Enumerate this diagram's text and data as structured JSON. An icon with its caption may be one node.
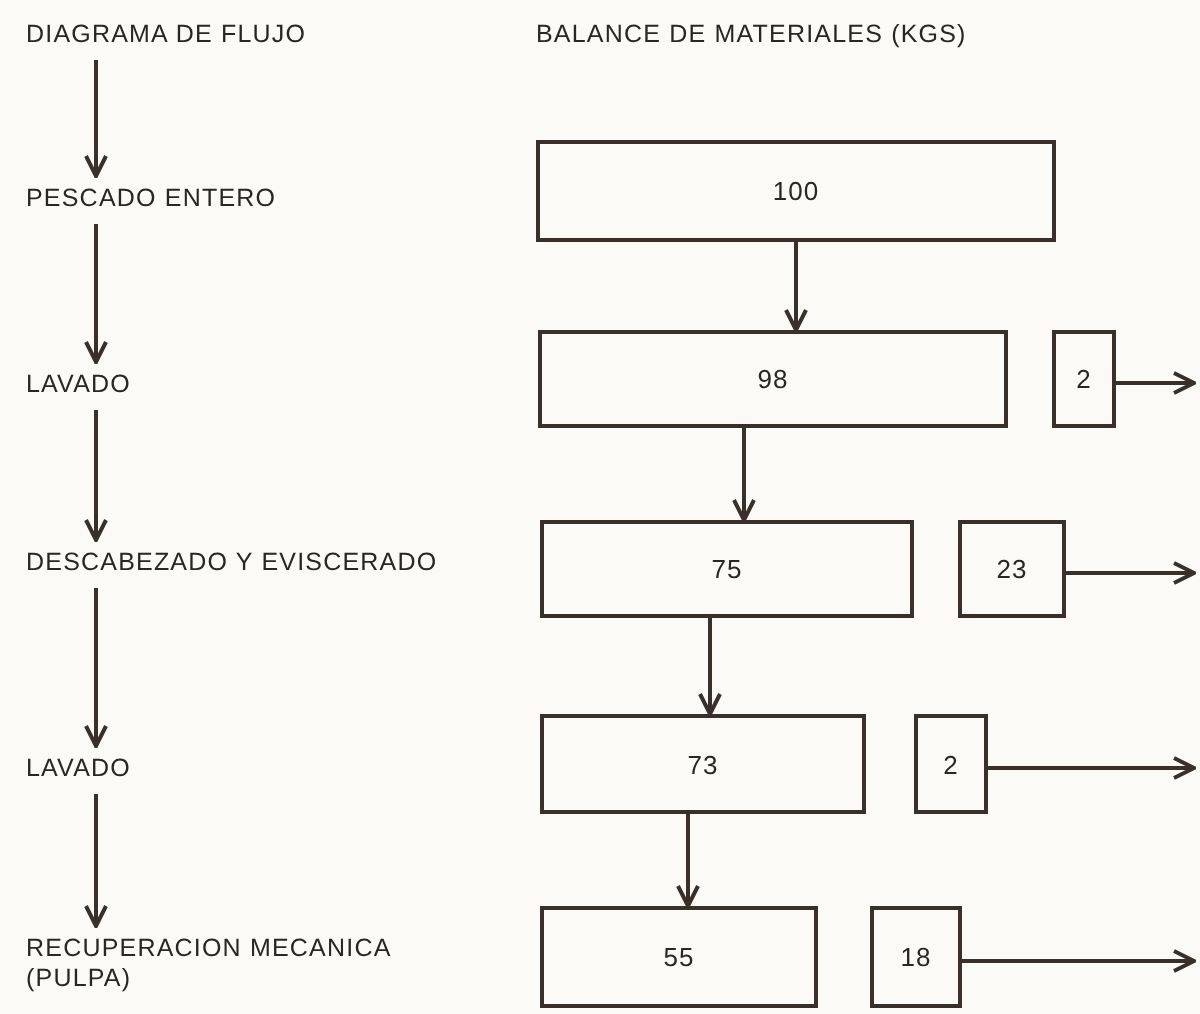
{
  "diagram": {
    "nodes": [
      {
        "text": [
          "DIAGRAMA DE FLUJO"
        ]
      },
      {
        "text": [
          "PESCADO ENTERO"
        ]
      },
      {
        "text": [
          "LAVADO"
        ]
      },
      {
        "text": [
          "DESCABEZADO Y EVISCERADO"
        ]
      },
      {
        "text": [
          "LAVADO"
        ]
      },
      {
        "text": [
          "RECUPERACION MECANICA (PULPA)"
        ]
      },
      {
        "text": [
          "100"
        ]
      },
      {
        "text": [
          "98"
        ]
      },
      {
        "text": [
          "2"
        ]
      },
      {
        "text": [
          "75"
        ]
      },
      {
        "text": [
          "23"
        ]
      },
      {
        "text": [
          "73"
        ]
      },
      {
        "text": [
          "2"
        ]
      },
      {
        "text": [
          "55"
        ]
      },
      {
        "text": [
          "18"
        ]
      }
    ],
    "edges": [
      {
        "from": 0,
        "to": 1,
        "arrow": "to"
      },
      {
        "from": 1,
        "to": 2,
        "arrow": "to"
      },
      {
        "from": 2,
        "to": 3,
        "arrow": "to"
      },
      {
        "from": 3,
        "to": 4,
        "arrow": "to"
      },
      {
        "from": 4,
        "to": 5,
        "arrow": "to"
      },
      {
        "from": 6,
        "to": 7,
        "arrow": "to"
      },
      {
        "from": 7,
        "to": 9,
        "arrow": "to"
      },
      {
        "from": 9,
        "to": 11,
        "arrow": "to"
      },
      {
        "from": 11,
        "to": 13,
        "arrow": "to"
      },
      {
        "from": 8,
        "to": null,
        "arrow": "to"
      },
      {
        "from": 10,
        "to": null,
        "arrow": "to"
      },
      {
        "from": 12,
        "to": null,
        "arrow": "to"
      },
      {
        "from": 14,
        "to": null,
        "arrow": "to"
      }
    ],
    "labels": [
      "BALANCE DE MATERIALES (KGS)"
    ]
  }
}
